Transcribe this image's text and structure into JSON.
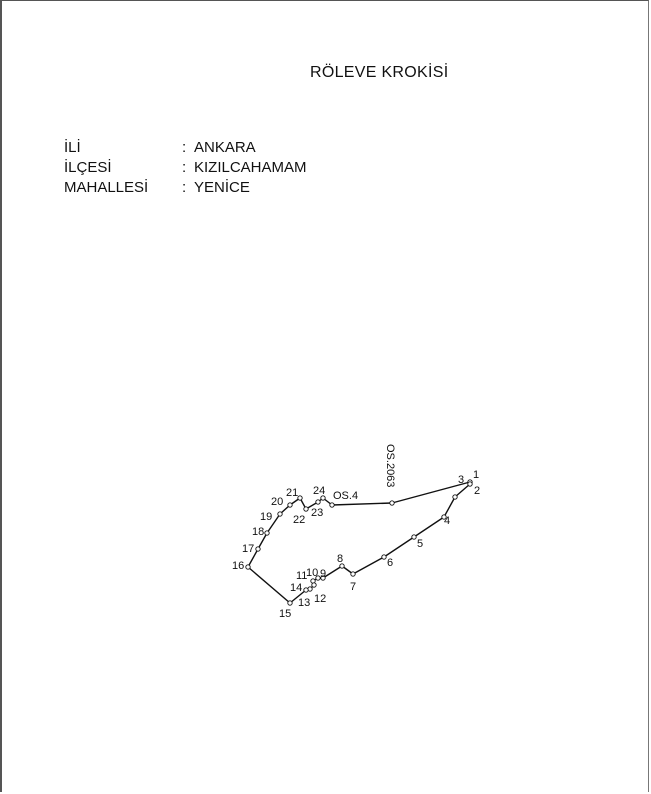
{
  "document": {
    "title": "RÖLEVE KROKİSİ"
  },
  "info": [
    {
      "label": "İLİ",
      "separator": ":",
      "value": "ANKARA"
    },
    {
      "label": "İLÇESİ",
      "separator": ":",
      "value": "KIZILCAHAMAM"
    },
    {
      "label": "MAHALLESİ",
      "separator": ":",
      "value": "YENİCE"
    }
  ],
  "sketch": {
    "points": [
      "1",
      "2",
      "3",
      "4",
      "5",
      "6",
      "7",
      "8",
      "9",
      "10",
      "11",
      "12",
      "13",
      "14",
      "15",
      "16",
      "17",
      "18",
      "19",
      "20",
      "21",
      "22",
      "23",
      "24"
    ],
    "references": [
      "OS.4",
      "OS.2063"
    ]
  }
}
